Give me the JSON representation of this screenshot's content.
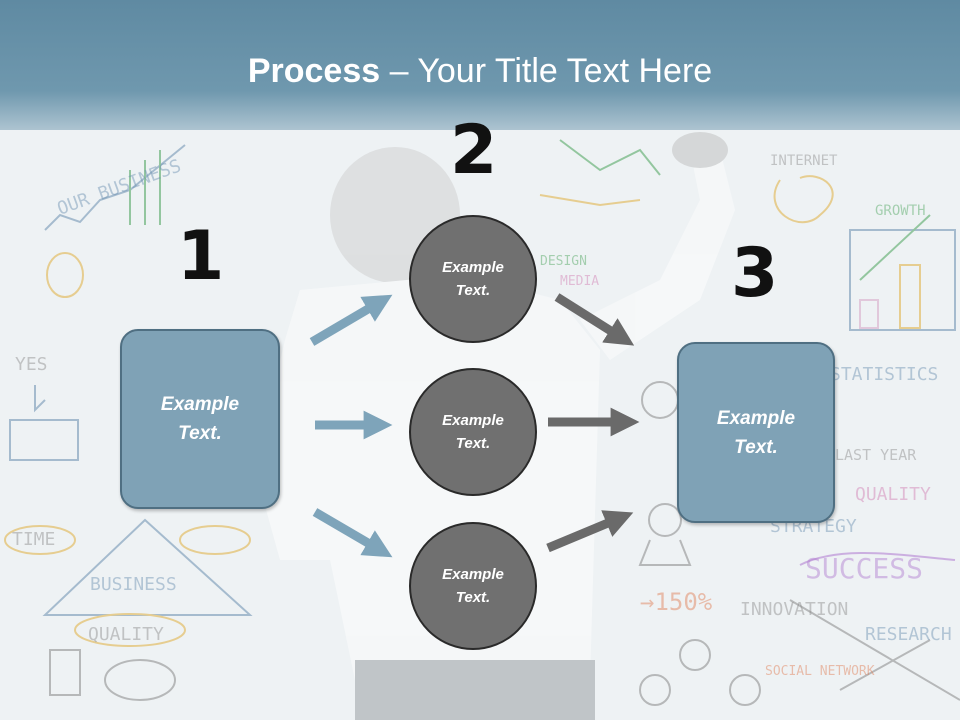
{
  "header": {
    "title_bold": "Process",
    "title_rest": " – Your Title Text Here"
  },
  "steps": [
    {
      "number": "1",
      "box": {
        "line1": "Example",
        "line2": "Text."
      }
    },
    {
      "number": "2",
      "circles": [
        {
          "line1": "Example",
          "line2": "Text."
        },
        {
          "line1": "Example",
          "line2": "Text."
        },
        {
          "line1": "Example",
          "line2": "Text."
        }
      ]
    },
    {
      "number": "3",
      "box": {
        "line1": "Example",
        "line2": "Text."
      }
    }
  ],
  "colors": {
    "header": "#6f98ae",
    "box": "#7fa2b6",
    "circle": "#707070",
    "arrow_in": "#7ea4ba",
    "arrow_out": "#6a6a6a"
  }
}
